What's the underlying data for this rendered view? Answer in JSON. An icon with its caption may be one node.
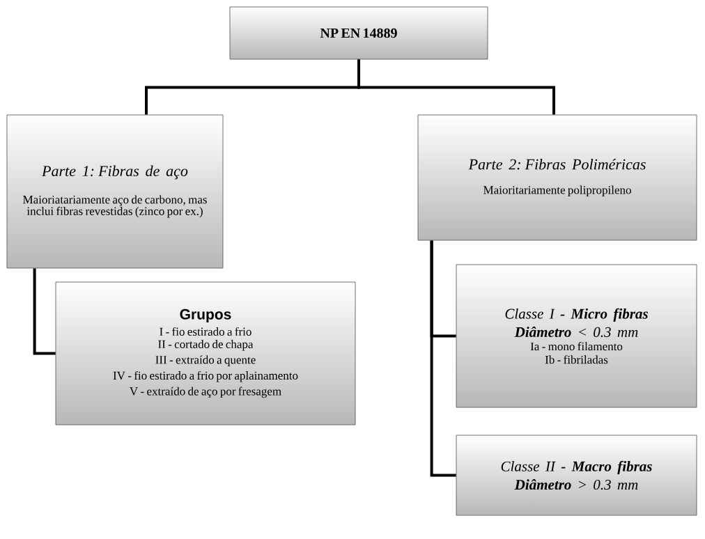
{
  "diagram": {
    "nodes": [
      {
        "text": [
          "NP EN 14889"
        ]
      },
      {
        "text": [
          "Parte 1: Fibras de aço",
          "Maioriatariamente aço de carbono, mas inclui fibras revestidas (zinco por ex.)"
        ]
      },
      {
        "text": [
          "Parte 2: Fibras Poliméricas",
          "Maioritariamente polipropileno"
        ]
      },
      {
        "text": [
          "Grupos",
          "I - fio estirado a frio",
          "II - cortado de chapa",
          "III - extraído a quente",
          "IV - fio estirado a frio por aplainamento",
          "V - extraído de aço por fresagem"
        ]
      },
      {
        "text": [
          "Classe I **- Micro fibras**",
          "**Diâmetro** < 0.3 mm",
          "Ia - mono filamento",
          "Ib - fibriladas"
        ]
      },
      {
        "text": [
          "Classe II **- Macro fibras**",
          "**Diâmetro** > 0.3 mm"
        ]
      }
    ],
    "edges": [
      {
        "from": 0,
        "to": 1,
        "arrow": "none"
      },
      {
        "from": 0,
        "to": 2,
        "arrow": "none"
      },
      {
        "from": 1,
        "to": 3,
        "arrow": "none"
      },
      {
        "from": 2,
        "to": 4,
        "arrow": "none"
      },
      {
        "from": 2,
        "to": 5,
        "arrow": "none"
      }
    ]
  }
}
